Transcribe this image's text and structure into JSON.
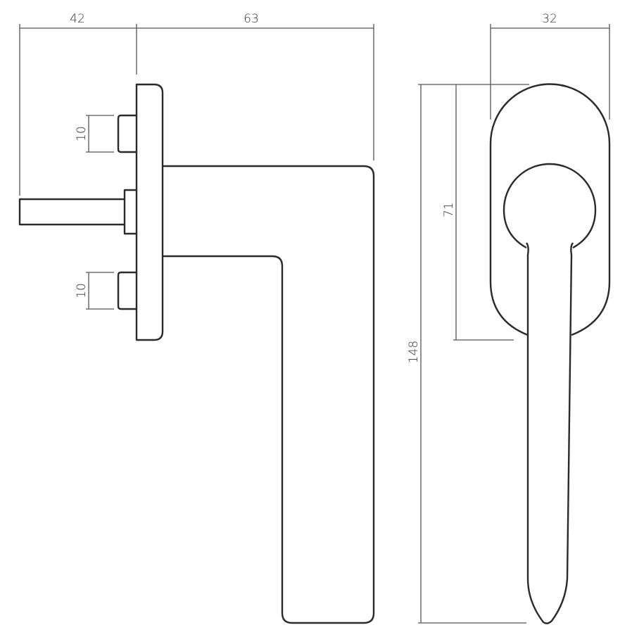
{
  "drawing": {
    "side_view": {
      "dimensions": {
        "spindle_length": "42",
        "handle_projection": "63",
        "pin_upper": "10",
        "pin_lower": "10"
      }
    },
    "front_view": {
      "dimensions": {
        "rose_width": "32",
        "rose_to_spindle": "71",
        "total_height": "148"
      }
    },
    "line_color": "#2a2a2a",
    "dimension_color": "#555555"
  }
}
